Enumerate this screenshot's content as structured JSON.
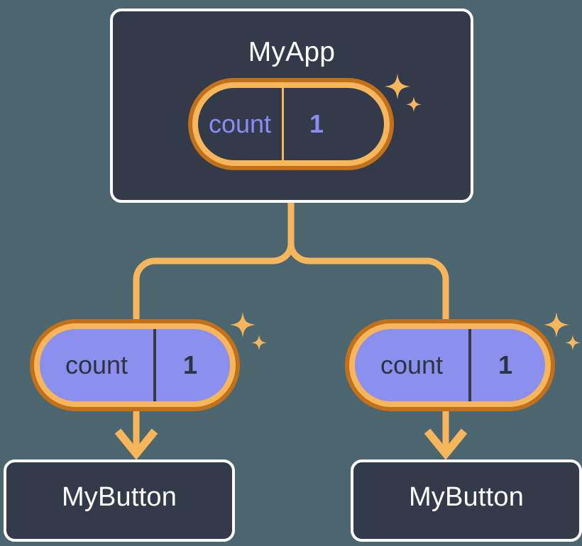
{
  "diagram": {
    "title": "React component tree with shared count state",
    "background_color": "#4c6670"
  },
  "colors": {
    "background": "#4c6670",
    "box_fill": "#333b4a",
    "box_border": "#ffffff",
    "pill_ring_outer": "#c2711a",
    "pill_ring_inner": "#f7b55c",
    "pill_fill_purple": "#8b90ee",
    "state_text_purple": "#8b8bf5",
    "state_text_dark": "#2c3341",
    "wire": "#f7b55c",
    "sparkle": "#f7b55c"
  },
  "nodes": {
    "parent": {
      "label": "MyApp",
      "state": {
        "key": "count",
        "value": "1"
      },
      "sparkle_name": "sparkle-decoration"
    },
    "children": [
      {
        "label": "MyButton",
        "state": {
          "key": "count",
          "value": "1"
        }
      },
      {
        "label": "MyButton",
        "state": {
          "key": "count",
          "value": "1"
        }
      }
    ]
  },
  "connectors": {
    "trunk_name": "parent-to-branch-trunk",
    "branch_name": "branch-split",
    "arrow_left_name": "arrow-to-left-mybutton",
    "arrow_right_name": "arrow-to-right-mybutton"
  }
}
